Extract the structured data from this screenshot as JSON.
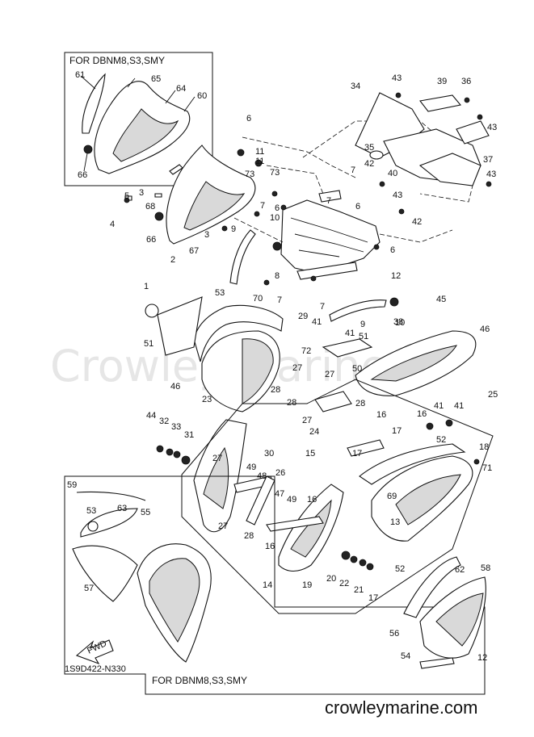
{
  "diagram": {
    "watermark": "Crowley Marine",
    "site_url": "crowleymarine.com",
    "drawing_code": "1S9D422-N330",
    "fwd_label": "FWD",
    "inset_top_label": "FOR DBNM8,S3,SMY",
    "inset_bottom_label": "FOR DBNM8,S3,SMY",
    "callouts": [
      "61",
      "65",
      "64",
      "60",
      "66",
      "34",
      "43",
      "39",
      "36",
      "43",
      "37",
      "43",
      "6",
      "11",
      "11",
      "73",
      "73",
      "3",
      "5",
      "4",
      "68",
      "66",
      "2",
      "67",
      "3",
      "9",
      "10",
      "6",
      "7",
      "7",
      "6",
      "6",
      "7",
      "42",
      "35",
      "40",
      "43",
      "42",
      "38",
      "12",
      "7",
      "8",
      "7",
      "1",
      "53",
      "70",
      "29",
      "41",
      "41",
      "51",
      "51",
      "72",
      "27",
      "50",
      "45",
      "46",
      "46",
      "23",
      "28",
      "28",
      "27",
      "28",
      "27",
      "25",
      "44",
      "32",
      "33",
      "31",
      "30",
      "24",
      "16",
      "17",
      "16",
      "41",
      "41",
      "52",
      "18",
      "15",
      "17",
      "71",
      "69",
      "27",
      "49",
      "48",
      "26",
      "47",
      "49",
      "16",
      "59",
      "53",
      "63",
      "55",
      "57",
      "27",
      "28",
      "16",
      "14",
      "19",
      "20",
      "22",
      "21",
      "17",
      "13",
      "52",
      "62",
      "58",
      "56",
      "54",
      "12",
      "10",
      "9"
    ]
  }
}
